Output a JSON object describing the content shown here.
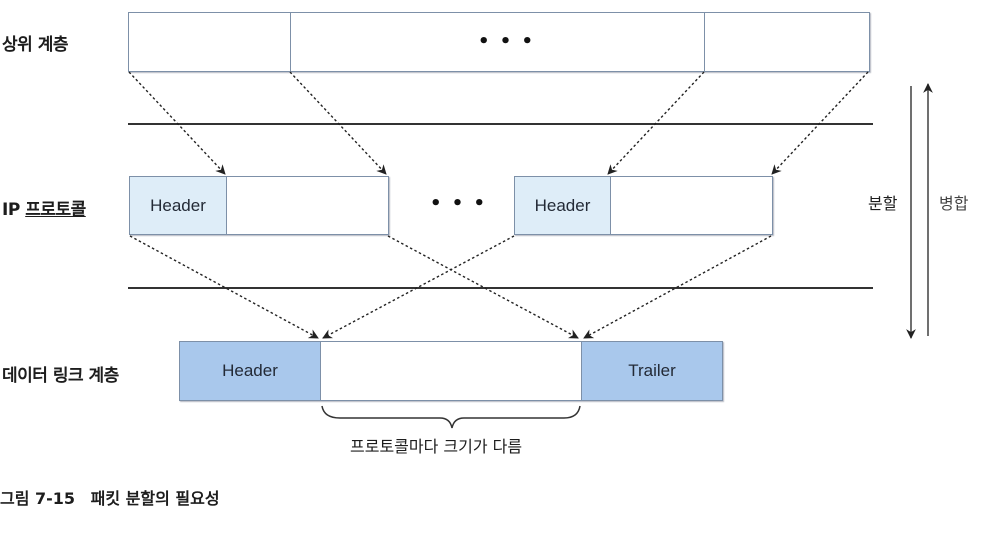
{
  "layers": {
    "upper": {
      "label": "상위 계층"
    },
    "ip": {
      "label_prefix": "IP ",
      "label_main": "프로토콜"
    },
    "datalink": {
      "label": "데이터 링크 계층"
    }
  },
  "upper_packet": {
    "ellipsis": "• • •"
  },
  "ip_packets": {
    "ellipsis": "• • •",
    "packets": [
      {
        "header": "Header"
      },
      {
        "header": "Header"
      }
    ]
  },
  "frame": {
    "header": "Header",
    "trailer": "Trailer"
  },
  "brace_label": "프로토콜마다 크기가 다름",
  "directions": {
    "split": "분할",
    "merge": "병합"
  },
  "caption": {
    "number": "그림 7-15",
    "title": "패킷 분할의 필요성"
  },
  "colors": {
    "box_border": "#7d90a8",
    "ip_header_fill": "#deedf8",
    "frame_fill": "#a9c8ec",
    "arrow": "#222222"
  }
}
